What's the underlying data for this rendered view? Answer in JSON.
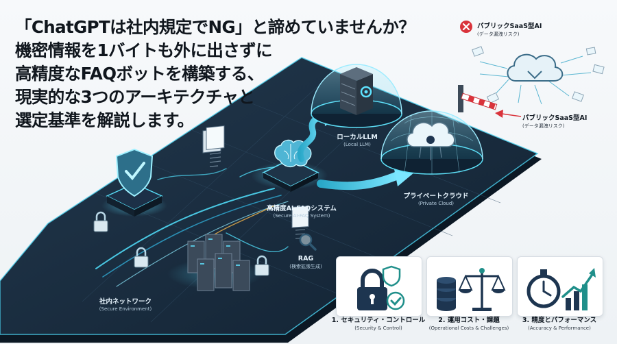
{
  "headline": {
    "lines": [
      "「ChatGPTは社内規定でNG」と諦めていませんか？",
      "機密情報を1バイトも外に出さずに",
      "高精度なFAQボットを構築する、",
      "現実的な3つのアーキテクチャと",
      "選定基準を解説します。"
    ]
  },
  "labels": {
    "public_saas_top": {
      "main": "パブリックSaaS型AI",
      "sub": "(データ漏洩リスク)"
    },
    "public_saas_bottom": {
      "main": "パブリックSaaS型AI",
      "sub": "(データ漏洩リスク)"
    },
    "local_llm": {
      "main": "ローカルLLM",
      "sub": "(Local LLM)"
    },
    "private_cloud": {
      "main": "プライベートクラウド",
      "sub": "(Private Cloud)"
    },
    "secure_faq": {
      "main": "高精度AI-FAQシステム",
      "sub": "(Secure AI-FAQ System)"
    },
    "rag": {
      "main": "RAG",
      "sub": "(検索拡張生成)"
    },
    "internal_network": {
      "main": "社内ネットワーク",
      "sub": "(Secure Environment)"
    }
  },
  "criteria": [
    {
      "main": "1. セキュリティ・コントロール",
      "sub": "(Security & Control)",
      "icon": "lock-check-icon"
    },
    {
      "main": "2. 運用コスト・課題",
      "sub": "(Operational Costs & Challenges)",
      "icon": "coins-scale-icon"
    },
    {
      "main": "3. 精度とパフォーマンス",
      "sub": "(Accuracy & Performance)",
      "icon": "stopwatch-chart-icon"
    }
  ],
  "colors": {
    "platform": "#1a2a3a",
    "glow": "#45d0ee",
    "navy": "#1d3550",
    "danger": "#d9333b",
    "accent_teal": "#1f8f8a"
  }
}
